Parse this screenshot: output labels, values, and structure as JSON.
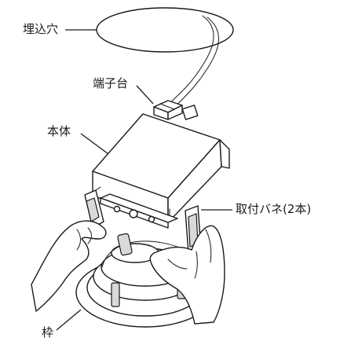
{
  "labels": {
    "ceiling_hole": "埋込穴",
    "terminal_block": "端子台",
    "body": "本体",
    "mounting_spring": "取付バネ(2本)",
    "frame": "枠"
  }
}
